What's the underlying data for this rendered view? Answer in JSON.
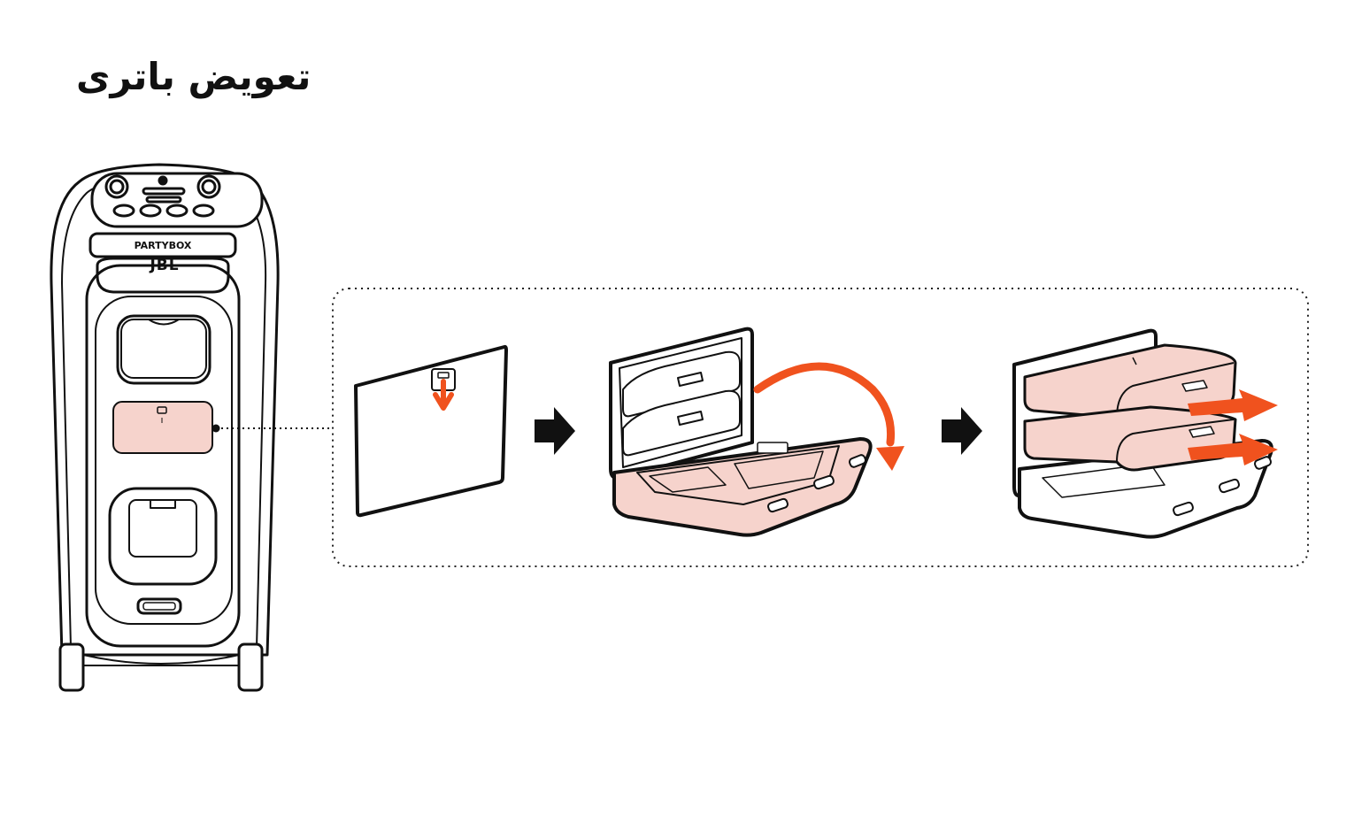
{
  "title": "تعویض باتری",
  "speaker": {
    "brand_label": "PARTYBOX",
    "logo_text": "JBL"
  },
  "colors": {
    "line": "#111111",
    "highlight": "#f6d3cc",
    "accent_arrow": "#f0521e",
    "step_arrow": "#111111"
  },
  "steps": [
    {
      "name": "remove-cover",
      "icon": "down-arrow-icon"
    },
    {
      "name": "open-tray",
      "icon": "rotate-arrow-icon"
    },
    {
      "name": "pull-batteries",
      "icon": "pull-out-arrows-icon"
    }
  ]
}
